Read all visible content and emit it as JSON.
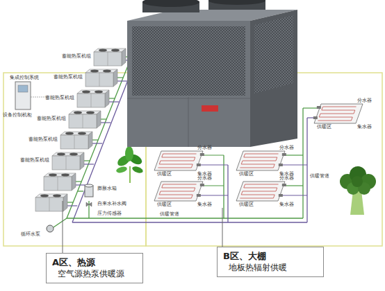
{
  "diagram": {
    "nodes": [
      {
        "text": [
          "A区、热源",
          "空气源热泵供暖源"
        ]
      },
      {
        "text": [
          "B区、大棚",
          "地板热辐射供暖"
        ]
      }
    ],
    "labels": [
      "集成控制系统",
      "蓄能热泵机组",
      "蓄能热泵机组",
      "蓄能热泵机组",
      "蓄能热泵机组",
      "蓄能热泵机组",
      "蓄能热泵机组",
      "设备控制机柜",
      "膨胀水箱",
      "自来水补水阀",
      "压力传感器",
      "循环水泵",
      "分水器",
      "集水器",
      "供暖区",
      "分水器",
      "集水器",
      "供暖区",
      "分水器",
      "集水器",
      "供暖区",
      "分水器",
      "集水器",
      "供暖区",
      "分水器",
      "集水器",
      "供暖区",
      "供暖管道",
      "供暖管道"
    ]
  }
}
